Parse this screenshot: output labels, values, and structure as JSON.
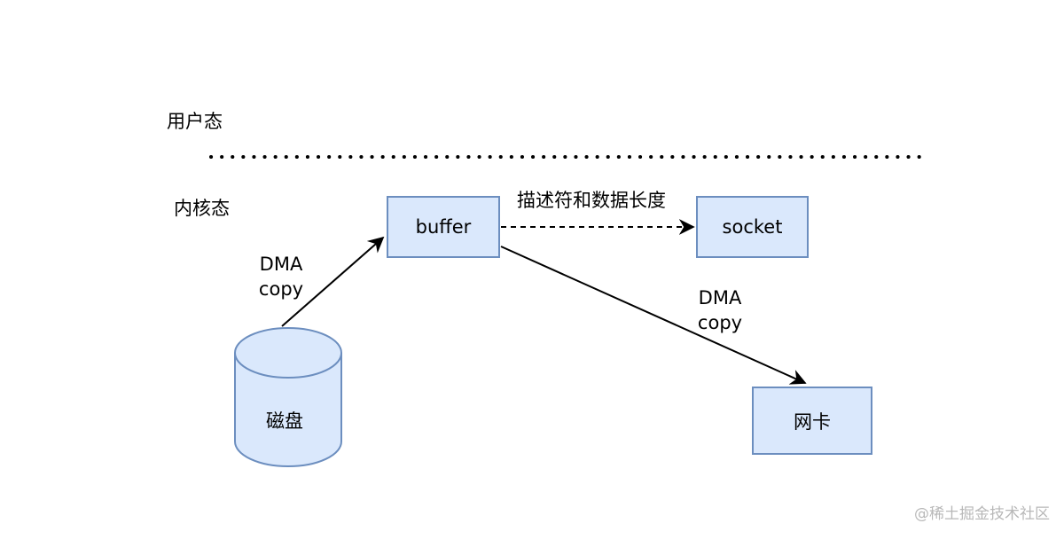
{
  "zones": {
    "user": "用户态",
    "kernel": "内核态"
  },
  "nodes": {
    "buffer": "buffer",
    "socket": "socket",
    "disk": "磁盘",
    "nic": "网卡"
  },
  "edges": {
    "disk_to_buffer": [
      "DMA",
      "copy"
    ],
    "buffer_to_socket": "描述符和数据长度",
    "buffer_to_nic": [
      "DMA",
      "copy"
    ]
  },
  "watermark": "@稀土掘金技术社区",
  "colors": {
    "node_fill": "#dae8fc",
    "node_stroke": "#6c8ebf",
    "edge": "#000000"
  }
}
